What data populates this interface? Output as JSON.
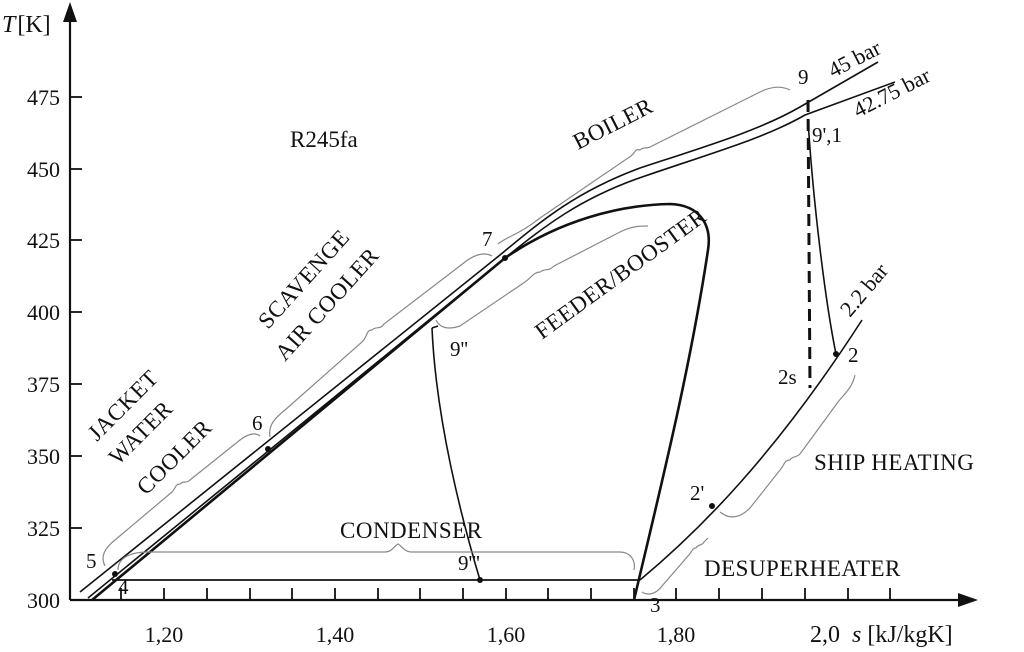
{
  "axes": {
    "y_label_var": "T",
    "y_label_unit": "[K]",
    "x_label_num": "2,0",
    "x_label_var": "s",
    "x_label_unit": "[kJ/kgK]",
    "y_ticks": [
      "300",
      "325",
      "350",
      "375",
      "400",
      "425",
      "450",
      "475"
    ],
    "x_ticks": [
      "1,20",
      "1,40",
      "1,60",
      "1,80"
    ]
  },
  "fluid": "R245fa",
  "pressures": {
    "p_high": "45 bar",
    "p_mid": "42.75 bar",
    "p_low": "2.2 bar"
  },
  "processes": {
    "boiler": "BOILER",
    "scavenge_1": "SCAVENGE",
    "scavenge_2": "AIR COOLER",
    "jacket_1": "JACKET",
    "jacket_2": "WATER",
    "jacket_3": "COOLER",
    "feeder": "FEEDER/BOOSTER",
    "condenser": "CONDENSER",
    "ship_heating": "SHIP HEATING",
    "desuperheater": "DESUPERHEATER"
  },
  "points": {
    "p9": "9",
    "p9p1": "9',1",
    "p7": "7",
    "p6": "6",
    "p5": "5",
    "p4": "4",
    "p9pp": "9''",
    "p9ppp": "9'''",
    "p3": "3",
    "p2s": "2s",
    "p2": "2",
    "p2p": "2'"
  },
  "colors": {
    "line": "#111111",
    "brace": "#888888"
  }
}
